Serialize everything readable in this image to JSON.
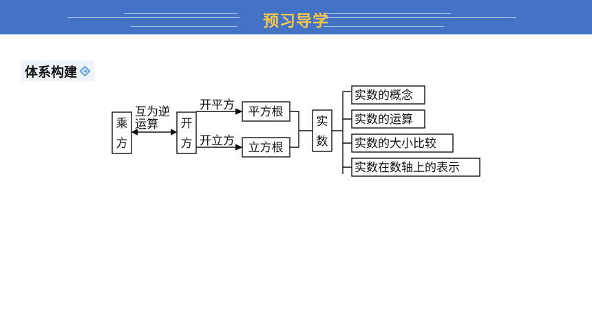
{
  "header": {
    "title": "预习导学"
  },
  "section": {
    "label": "体系构建"
  },
  "diagram": {
    "root": [
      "乘",
      "方"
    ],
    "relation": [
      "互为逆",
      "运算"
    ],
    "kaifang": [
      "开",
      "方"
    ],
    "edge_square": "开平方",
    "edge_cube": "开立方",
    "square_root": "平方根",
    "cube_root": "立方根",
    "real": [
      "实",
      "数"
    ],
    "topics": [
      "实数的概念",
      "实数的运算",
      "实数的大小比较",
      "实数在数轴上的表示"
    ]
  },
  "colors": {
    "header_bg": "#4472c4",
    "title": "#f6c84a",
    "section_bg": "#eef3fb",
    "icon": "#4a9be0"
  }
}
